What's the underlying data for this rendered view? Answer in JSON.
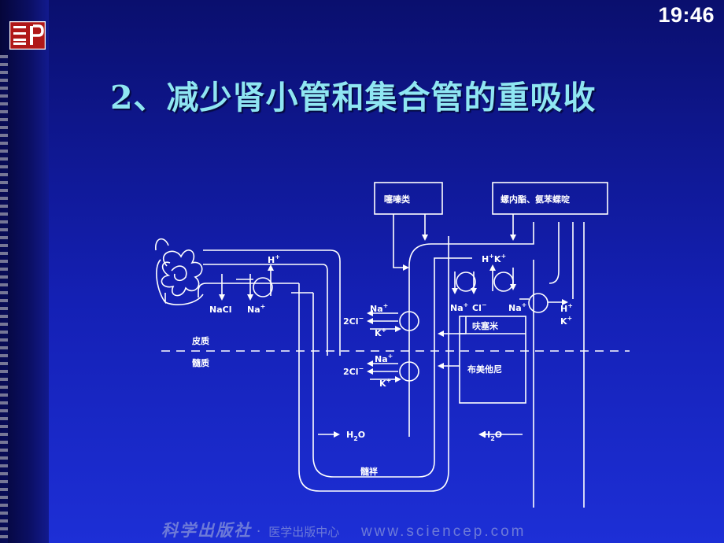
{
  "clock": "19:46",
  "title": "2、减少肾小管和集合管的重吸收",
  "diagram": {
    "boxes": {
      "thiazides": "噻嗪类",
      "spironolactone": "螺内酯、氨苯蝶啶",
      "furosemide": "呋塞米",
      "bumetanide": "布美他尼"
    },
    "zones": {
      "cortex": "皮质",
      "medulla": "髓质",
      "loop": "髓袢"
    },
    "ions": {
      "h": "H",
      "k": "K",
      "na": "Na",
      "nacl": "NaCl",
      "cl": "Cl",
      "two_cl": "2Cl",
      "h2o": "H",
      "h2o_tail": "O",
      "two": "2",
      "plus": "+",
      "minus": "−"
    }
  },
  "footer": {
    "publisher": "科学出版社",
    "separator": "·",
    "department": "医学出版中心",
    "url": "www.sciencep.com"
  },
  "colors": {
    "title": "#8fe6f2",
    "diagram_line": "#ffffff",
    "background": "#1420b4"
  }
}
